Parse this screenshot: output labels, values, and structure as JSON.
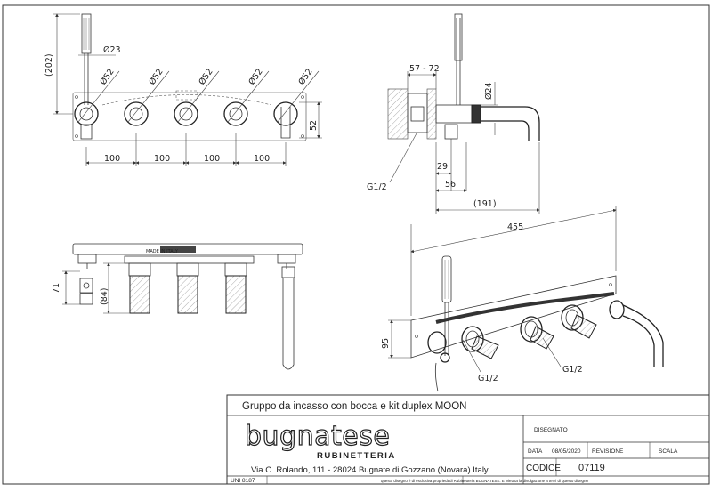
{
  "drawing": {
    "front_view": {
      "overall_height": "(202)",
      "hand_shower_dia": "Ø23",
      "rosette_dias": [
        "Ø52",
        "Ø52",
        "Ø52",
        "Ø52",
        "Ø52"
      ],
      "spacings": [
        "100",
        "100",
        "100",
        "100"
      ],
      "rosette_height": "52"
    },
    "side_view": {
      "depth_range": "57 - 72",
      "spout_dia": "Ø24",
      "thread": "G1/2",
      "dim_29": "29",
      "dim_56": "56",
      "projection": "(191)"
    },
    "top_view": {
      "dim_71": "71",
      "dim_84": "(84)",
      "plate_label": "MADE IN ITALY"
    },
    "iso_view": {
      "overall_width": "455",
      "height": "95",
      "thread_left": "G1/2",
      "thread_right": "G1/2"
    }
  },
  "title_block": {
    "title": "Gruppo da incasso con bocca e kit duplex MOON",
    "brand": "bugnatese",
    "brand_sub": "RUBINETTERIA",
    "address": "Via C. Rolando, 111 - 28024 Bugnate di Gozzano (Novara) Italy",
    "drawn_label": "DISEGNATO",
    "date_label": "DATA",
    "date_value": "08/05/2020",
    "revision_label": "REVISIONE",
    "scale_label": "SCALA",
    "code_label": "CODICE",
    "code_value": "07119",
    "standard": "UNI 8187",
    "disclaimer": "questo disegno è di esclusiva proprietà di Rubinetteria BUGNATESE. E' vietata la divulgazione a terzi di questo disegno"
  }
}
